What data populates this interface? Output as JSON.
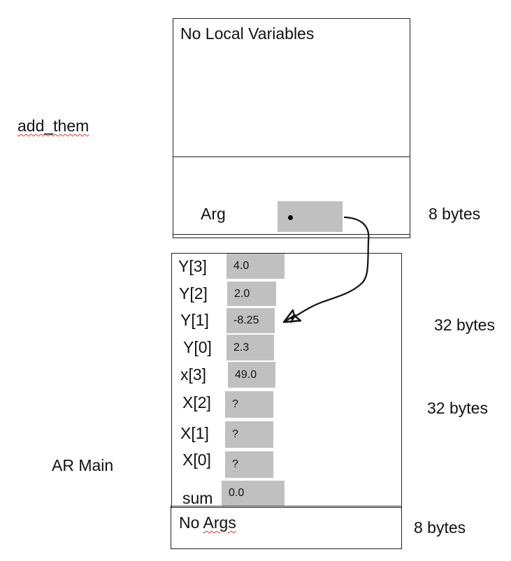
{
  "add_them": {
    "label": "add_them",
    "locals_text": "No Local Variables",
    "arg_label": "Arg",
    "size": "8 bytes"
  },
  "main": {
    "label": "AR Main",
    "y_size": "32 bytes",
    "x_size": "32 bytes",
    "args_text_pre": "No ",
    "args_text_mark": "Args",
    "args_size": "8 bytes",
    "rows": [
      {
        "name": "Y[3]",
        "value": "4.0"
      },
      {
        "name": "Y[2]",
        "value": "2.0"
      },
      {
        "name": "Y[1]",
        "value": "-8.25"
      },
      {
        "name": "Y[0]",
        "value": "2.3"
      },
      {
        "name": "x[3]",
        "value": "49.0"
      },
      {
        "name": "X[2]",
        "value": "?"
      },
      {
        "name": "X[1]",
        "value": "?"
      },
      {
        "name": "X[0]",
        "value": "?"
      },
      {
        "name": "sum",
        "value": "0.0"
      }
    ]
  }
}
